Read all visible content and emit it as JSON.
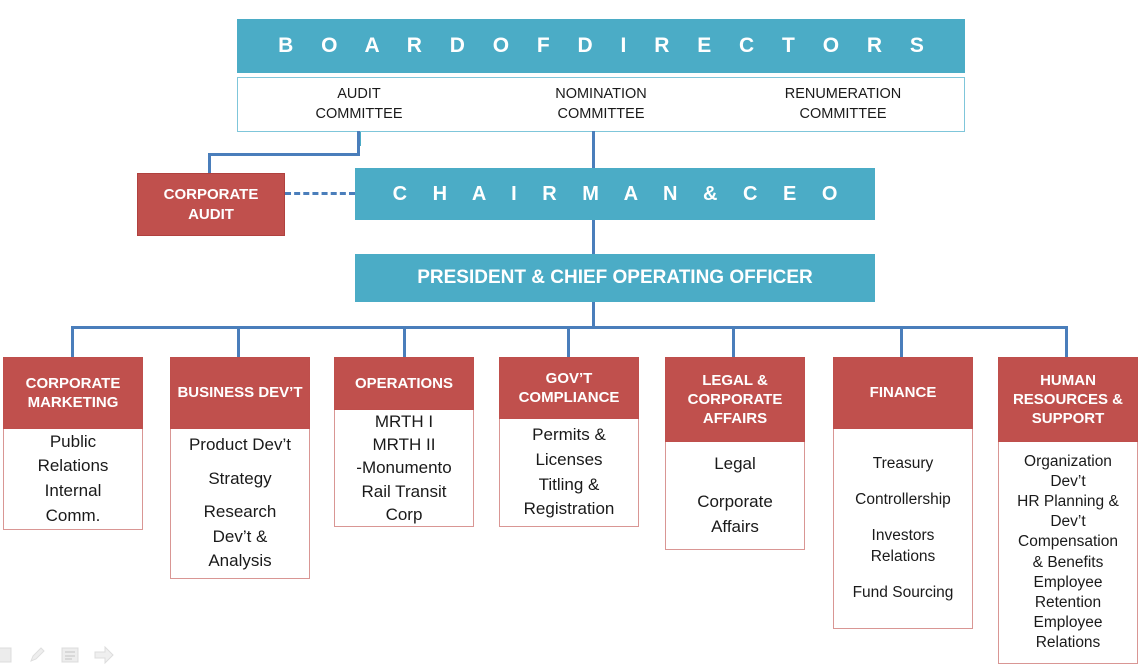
{
  "board": {
    "title": "B O A R D   O F   D I R E C T O R S",
    "committees": [
      {
        "line1": "AUDIT",
        "line2": "COMMITTEE"
      },
      {
        "line1": "NOMINATION",
        "line2": "COMMITTEE"
      },
      {
        "line1": "RENUMERATION",
        "line2": "COMMITTEE"
      }
    ]
  },
  "corporate_audit": {
    "line1": "CORPORATE",
    "line2": "AUDIT"
  },
  "chairman": {
    "title": "C H A I R M A N   &   C E O"
  },
  "president": {
    "title": "PRESIDENT & CHIEF OPERATING OFFICER"
  },
  "departments": [
    {
      "id": "corporate-marketing",
      "head": [
        "CORPORATE",
        "MARKETING"
      ],
      "items": [
        [
          "Public",
          "Relations"
        ],
        [
          "Internal",
          "Comm."
        ]
      ]
    },
    {
      "id": "business-devt",
      "head": [
        "BUSINESS",
        "DEV’T"
      ],
      "items": [
        [
          "Product Dev’t"
        ],
        [
          "Strategy"
        ],
        [
          "Research",
          "Dev’t &",
          "Analysis"
        ]
      ]
    },
    {
      "id": "operations",
      "head": [
        "OPERATIONS"
      ],
      "items": [
        [
          "MRTH I",
          "MRTH II",
          "-Monumento",
          "Rail Transit",
          "Corp"
        ]
      ]
    },
    {
      "id": "govt-compliance",
      "head": [
        "GOV’T",
        "COMPLIANCE"
      ],
      "items": [
        [
          "Permits &",
          "Licenses"
        ],
        [
          "Titling &",
          "Registration"
        ]
      ]
    },
    {
      "id": "legal-corporate-affairs",
      "head": [
        "LEGAL &",
        "CORPORATE",
        "AFFAIRS"
      ],
      "items": [
        [
          "Legal"
        ],
        [
          "Corporate",
          "Affairs"
        ]
      ]
    },
    {
      "id": "finance",
      "head": [
        "FINANCE"
      ],
      "items": [
        [
          "Treasury"
        ],
        [
          "Controllership"
        ],
        [
          "Investors",
          "Relations"
        ],
        [
          "Fund Sourcing"
        ]
      ]
    },
    {
      "id": "human-resources-support",
      "head": [
        "HUMAN",
        "RESOURCES",
        "& SUPPORT"
      ],
      "items": [
        [
          "Organization",
          "Dev’t",
          "HR Planning &",
          "Dev’t",
          "Compensation",
          "& Benefits",
          "Employee",
          "Retention",
          "Employee",
          "Relations"
        ]
      ]
    }
  ],
  "toolbar": {
    "icons": [
      "square-icon",
      "pencil-icon",
      "document-icon",
      "arrow-right-icon"
    ]
  },
  "colors": {
    "accent_blue": "#4BACC6",
    "accent_red": "#C0504D",
    "connector_blue": "#4A7EBB",
    "body_border_red": "#D99694"
  }
}
